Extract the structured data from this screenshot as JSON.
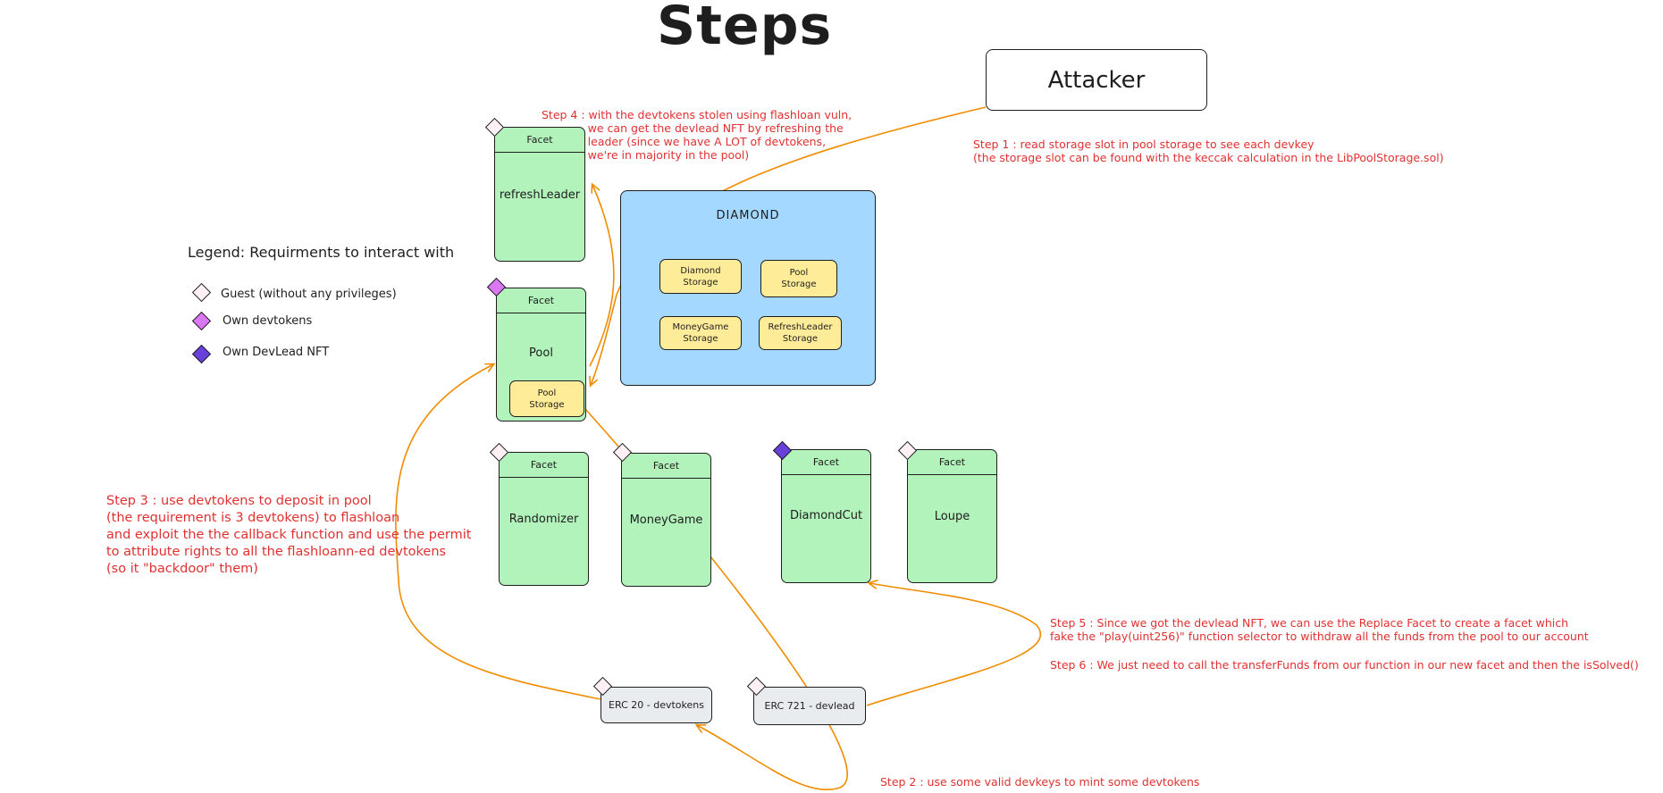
{
  "title": "Steps",
  "attacker": "Attacker",
  "colors": {
    "facet_fill": "#b2f2bb",
    "diamond_fill": "#a5d8ff",
    "storage_fill": "#ffec99",
    "erc_fill": "#e9ecef",
    "guest_badge": "#fff0f6",
    "devtoken_badge": "#da77f2",
    "devlead_badge": "#6741d9",
    "note_text": "#e03131",
    "arrow": "#f08c00"
  },
  "legend": {
    "title": "Legend: Requirments to interact with",
    "items": [
      {
        "label": "Guest (without any privileges)",
        "badge": "guest"
      },
      {
        "label": "Own devtokens",
        "badge": "devtoken"
      },
      {
        "label": "Own DevLead NFT",
        "badge": "devlead"
      }
    ]
  },
  "facet_header": "Facet",
  "facets": {
    "refresh_leader": "refreshLeader",
    "pool": "Pool",
    "pool_storage": "Pool\nStorage",
    "randomizer": "Randomizer",
    "money_game": "MoneyGame",
    "diamond_cut": "DiamondCut",
    "loupe": "Loupe"
  },
  "diamond": {
    "label": "DIAMOND",
    "storages": [
      "Diamond\nStorage",
      "Pool\nStorage",
      "MoneyGame\nStorage",
      "RefreshLeader\nStorage"
    ]
  },
  "erc": {
    "erc20": "ERC 20 - devtokens",
    "erc721": "ERC 721 - devlead"
  },
  "steps": {
    "step1": "Step 1 : read storage slot in pool storage to see each devkey\n(the storage slot can be found with the keccak calculation in the LibPoolStorage.sol)",
    "step2": "Step 2 : use some valid devkeys to mint some devtokens",
    "step3": "Step 3 : use devtokens to deposit in pool\n(the requirement is 3 devtokens) to flashloan\nand exploit the the callback function and use the permit\nto attribute rights to all the flashloann-ed devtokens\n(so it \"backdoor\" them)",
    "step4": "Step 4 : with the devtokens stolen using flashloan vuln,\n             we can get the devlead NFT by refreshing the\n             leader (since we have A LOT of devtokens,\n             we're in majority in the pool)",
    "step5": "Step 5 : Since we got the devlead NFT, we can use the Replace Facet to create a facet which\nfake the \"play(uint256)\" function selector to withdraw all the funds from the pool to our account",
    "step6": "Step 6 : We just need to call the transferFunds from our function in our new facet and then the isSolved()"
  }
}
